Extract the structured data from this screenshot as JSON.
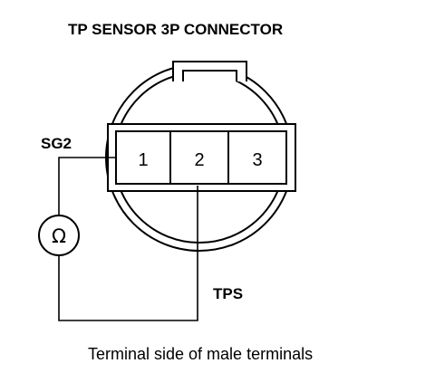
{
  "title": "TP SENSOR 3P CONNECTOR",
  "terminals": [
    {
      "number": "1"
    },
    {
      "number": "2"
    },
    {
      "number": "3"
    }
  ],
  "labels": {
    "sg2": "SG2",
    "tps": "TPS"
  },
  "meter_symbol": "Ω",
  "caption": "Terminal side of male terminals"
}
